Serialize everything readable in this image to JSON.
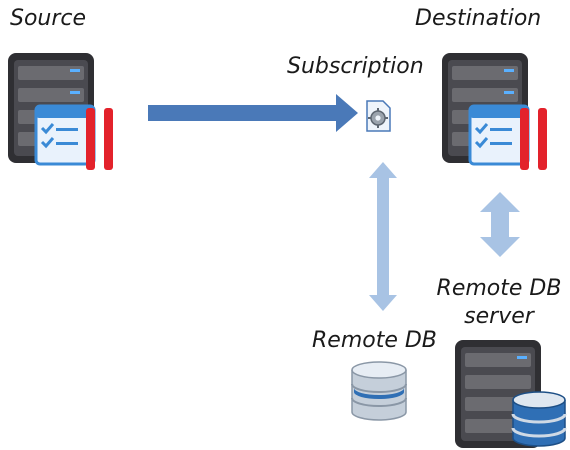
{
  "labels": {
    "source": "Source",
    "destination": "Destination",
    "subscription": "Subscription",
    "remote_db": "Remote DB",
    "remote_db_server_line1": "Remote DB",
    "remote_db_server_line2": "server"
  },
  "icons": {
    "source": "server-with-checklist-icon",
    "destination": "server-with-checklist-icon",
    "subscription": "subscription-gear-icon",
    "remote_db": "database-icon",
    "remote_db_server": "server-with-database-icon"
  },
  "colors": {
    "arrow_primary": "#4A79B8",
    "arrow_light": "#A8C3E4",
    "server_dark": "#2f2f33",
    "checklist_blue": "#3a8ad6",
    "pillar_red": "#e3222b",
    "db_blue": "#2f6fb5"
  }
}
